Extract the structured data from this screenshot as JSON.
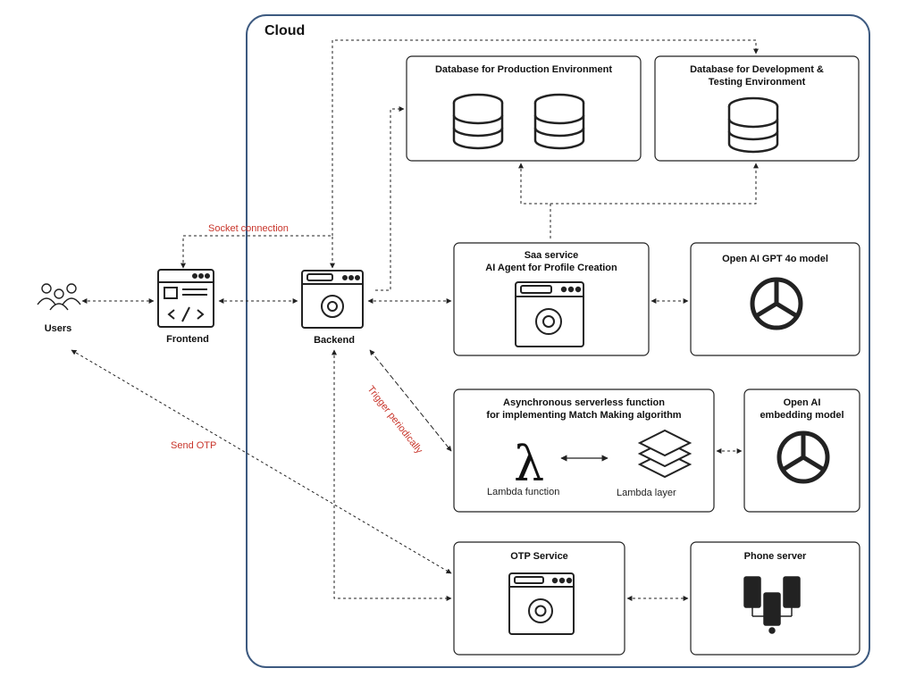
{
  "cloud": {
    "title": "Cloud"
  },
  "nodes": {
    "users": "Users",
    "frontend": "Frontend",
    "backend": "Backend",
    "db_prod": "Database for Production Environment",
    "db_dev_line1": "Database for Development &",
    "db_dev_line2": "Testing Environment",
    "saa_line1": "Saa service",
    "saa_line2": "AI Agent for Profile Creation",
    "gpt": "Open AI GPT 4o model",
    "async_line1": "Asynchronous serverless function",
    "async_line2": "for implementing Match Making algorithm",
    "lambda_function": "Lambda function",
    "lambda_layer": "Lambda layer",
    "embed_line1": "Open AI",
    "embed_line2": "embedding model",
    "otp": "OTP Service",
    "phone": "Phone server"
  },
  "edges": {
    "socket": "Socket connection",
    "trigger": "Trigger periodically",
    "send_otp": "Send OTP"
  },
  "colors": {
    "accent": "#3d5a80",
    "edge_label": "#c8352b"
  }
}
